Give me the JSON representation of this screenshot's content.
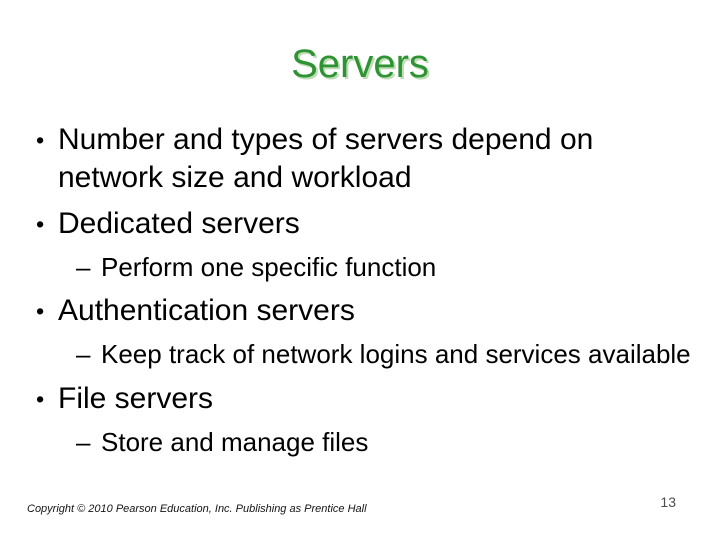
{
  "slide": {
    "title": "Servers",
    "markers": {
      "bullet": "•",
      "dash": "–"
    },
    "bullets": [
      {
        "level": 1,
        "text": "Number and types of servers depend on network size and workload"
      },
      {
        "level": 1,
        "text": "Dedicated servers"
      },
      {
        "level": 2,
        "text": "Perform one specific function"
      },
      {
        "level": 1,
        "text": "Authentication servers"
      },
      {
        "level": 2,
        "text": "Keep track of network logins and services available"
      },
      {
        "level": 1,
        "text": "File servers"
      },
      {
        "level": 2,
        "text": "Store and manage files"
      }
    ],
    "footer": "Copyright © 2010 Pearson Education, Inc. Publishing as Prentice Hall",
    "page_number": "13",
    "colors": {
      "title": "#2E9333",
      "title_shadow": "#BFDCB6",
      "body": "#000000",
      "page_number": "#4D4D4D"
    }
  }
}
